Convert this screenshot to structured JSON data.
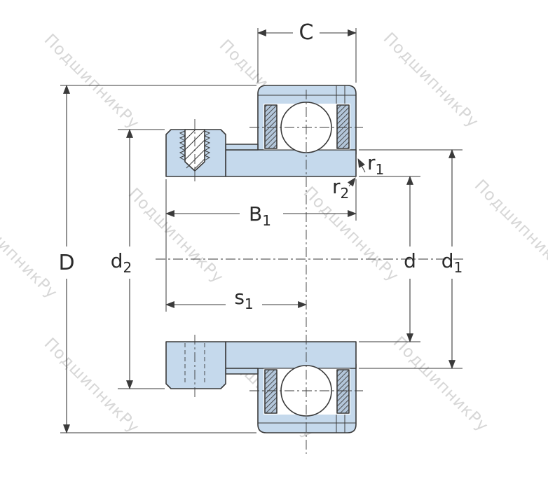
{
  "watermark": {
    "text": "ПодшипникРу",
    "color": "#d7d7d7"
  },
  "colors": {
    "part_fill": "#c5d9ec",
    "line": "#3a3a3a",
    "background": "#ffffff"
  },
  "dims": {
    "c": {
      "main": "C",
      "sub": ""
    },
    "D": {
      "main": "D",
      "sub": ""
    },
    "d2": {
      "main": "d",
      "sub": "2"
    },
    "d": {
      "main": "d",
      "sub": ""
    },
    "d1": {
      "main": "d",
      "sub": "1"
    },
    "b1": {
      "main": "B",
      "sub": "1"
    },
    "s1": {
      "main": "s",
      "sub": "1"
    },
    "r1": {
      "main": "r",
      "sub": "1"
    },
    "r2": {
      "main": "r",
      "sub": "2"
    }
  }
}
